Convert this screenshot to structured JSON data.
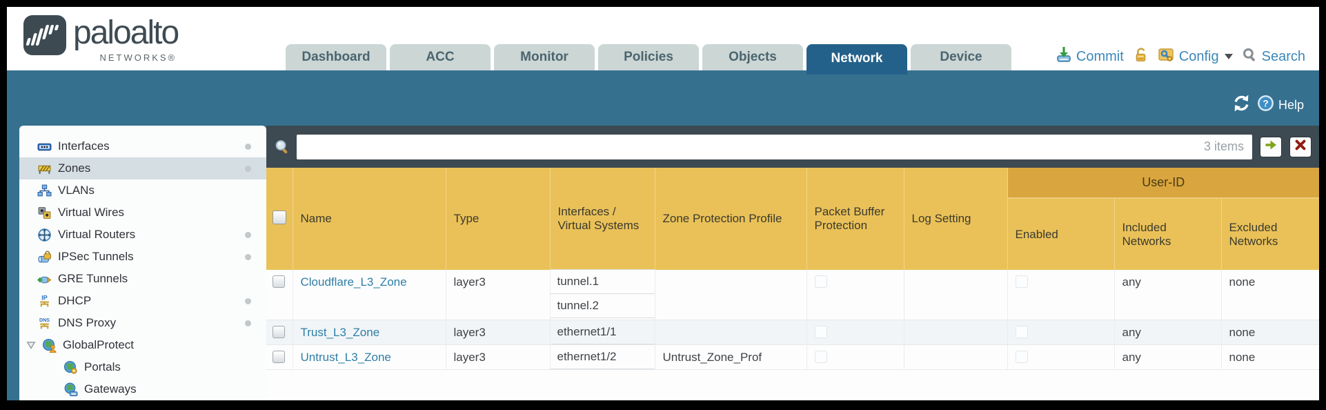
{
  "brand": {
    "name": "paloalto",
    "sub": "NETWORKS®"
  },
  "nav": {
    "tabs": [
      {
        "label": "Dashboard",
        "active": false
      },
      {
        "label": "ACC",
        "active": false
      },
      {
        "label": "Monitor",
        "active": false
      },
      {
        "label": "Policies",
        "active": false
      },
      {
        "label": "Objects",
        "active": false
      },
      {
        "label": "Network",
        "active": true
      },
      {
        "label": "Device",
        "active": false
      }
    ]
  },
  "utility": {
    "commit_label": "Commit",
    "config_label": "Config",
    "search_label": "Search"
  },
  "banner": {
    "help_label": "Help"
  },
  "sidebar": {
    "items": [
      {
        "label": "Interfaces",
        "icon": "interfaces-icon",
        "has_status_dot": true,
        "selected": false
      },
      {
        "label": "Zones",
        "icon": "zones-icon",
        "has_status_dot": true,
        "selected": true
      },
      {
        "label": "VLANs",
        "icon": "vlans-icon",
        "has_status_dot": false,
        "selected": false
      },
      {
        "label": "Virtual Wires",
        "icon": "virtual-wires-icon",
        "has_status_dot": false,
        "selected": false
      },
      {
        "label": "Virtual Routers",
        "icon": "virtual-routers-icon",
        "has_status_dot": true,
        "selected": false
      },
      {
        "label": "IPSec Tunnels",
        "icon": "ipsec-tunnels-icon",
        "has_status_dot": true,
        "selected": false
      },
      {
        "label": "GRE Tunnels",
        "icon": "gre-tunnels-icon",
        "has_status_dot": false,
        "selected": false
      },
      {
        "label": "DHCP",
        "icon": "dhcp-icon",
        "has_status_dot": true,
        "selected": false
      },
      {
        "label": "DNS Proxy",
        "icon": "dns-proxy-icon",
        "has_status_dot": true,
        "selected": false
      },
      {
        "label": "GlobalProtect",
        "icon": "globalprotect-icon",
        "has_status_dot": false,
        "selected": false,
        "expanded": true
      },
      {
        "label": "Portals",
        "icon": "portals-icon",
        "has_status_dot": false,
        "selected": false,
        "child": true
      },
      {
        "label": "Gateways",
        "icon": "gateways-icon",
        "has_status_dot": false,
        "selected": false,
        "child": true
      }
    ]
  },
  "toolbar": {
    "filter_value": "",
    "items_count": "3 items"
  },
  "table": {
    "group_header": "User-ID",
    "columns": [
      "Name",
      "Type",
      "Interfaces / Virtual Systems",
      "Zone Protection Profile",
      "Packet Buffer Protection",
      "Log Setting",
      "Enabled",
      "Included Networks",
      "Excluded Networks"
    ],
    "rows": [
      {
        "name": "Cloudflare_L3_Zone",
        "type": "layer3",
        "interfaces": [
          "tunnel.1",
          "tunnel.2"
        ],
        "zone_protection_profile": "",
        "packet_buffer_protection_checked": false,
        "log_setting": "",
        "user_id_enabled_checked": false,
        "included_networks": "any",
        "excluded_networks": "none"
      },
      {
        "name": "Trust_L3_Zone",
        "type": "layer3",
        "interfaces": [
          "ethernet1/1"
        ],
        "zone_protection_profile": "",
        "packet_buffer_protection_checked": false,
        "log_setting": "",
        "user_id_enabled_checked": false,
        "included_networks": "any",
        "excluded_networks": "none"
      },
      {
        "name": "Untrust_L3_Zone",
        "type": "layer3",
        "interfaces": [
          "ethernet1/2"
        ],
        "zone_protection_profile": "Untrust_Zone_Prof",
        "packet_buffer_protection_checked": false,
        "log_setting": "",
        "user_id_enabled_checked": false,
        "included_networks": "any",
        "excluded_networks": "none"
      }
    ]
  },
  "colors": {
    "banner_teal": "#35708f",
    "active_tab_teal": "#24618a",
    "inactive_tab_gray": "#ccd6d5",
    "header_gold": "#eac158",
    "userid_band_gold": "#d9a53e",
    "link_blue": "#2e7ea6",
    "utility_link_blue": "#3b87b8",
    "toolbar_slate": "#3e4a51",
    "selected_item_bg": "#d5dee3",
    "alt_row_bg": "#f1f5f7"
  }
}
